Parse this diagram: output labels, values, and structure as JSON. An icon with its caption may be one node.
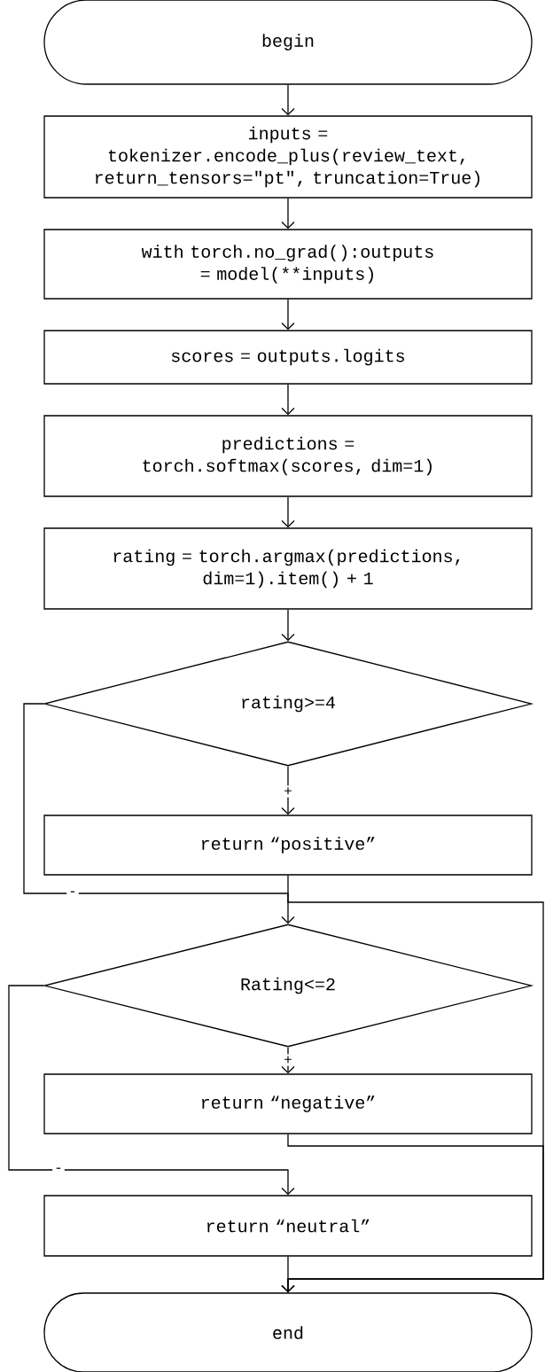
{
  "diagram": {
    "nodes": [
      {
        "text": [
          "begin"
        ]
      },
      {
        "text": [
          "inputs = tokenizer.encode_plus(review_text, return_tensors=\"pt\", truncation=True)"
        ]
      },
      {
        "text": [
          "with torch.no_grad():outputs = model(**inputs)"
        ]
      },
      {
        "text": [
          "scores = outputs.logits"
        ]
      },
      {
        "text": [
          "predictions = torch.softmax(scores, dim=1)"
        ]
      },
      {
        "text": [
          "rating = torch.argmax(predictions, dim=1).item() + 1"
        ]
      },
      {
        "text": [
          "rating>=4"
        ]
      },
      {
        "text": [
          "return “positive”"
        ]
      },
      {
        "text": [
          "Rating<=2"
        ]
      },
      {
        "text": [
          "return “negative”"
        ]
      },
      {
        "text": [
          "return “neutral”"
        ]
      },
      {
        "text": [
          "end"
        ]
      }
    ],
    "edges": [
      {
        "from": 0,
        "to": 1,
        "arrow": "to"
      },
      {
        "from": 1,
        "to": 2,
        "arrow": "to"
      },
      {
        "from": 2,
        "to": 3,
        "arrow": "to"
      },
      {
        "from": 3,
        "to": 4,
        "arrow": "to"
      },
      {
        "from": 4,
        "to": 5,
        "arrow": "to"
      },
      {
        "from": 5,
        "to": 6,
        "arrow": "to"
      },
      {
        "from": 6,
        "to": 7,
        "arrow": "to",
        "label": "+"
      },
      {
        "from": 6,
        "to": 8,
        "arrow": "to",
        "label": "-"
      },
      {
        "from": 7,
        "to": 11,
        "arrow": "to"
      },
      {
        "from": 8,
        "to": 9,
        "arrow": "to",
        "label": "+"
      },
      {
        "from": 8,
        "to": 10,
        "arrow": "to",
        "label": "-"
      },
      {
        "from": 9,
        "to": 11,
        "arrow": "to"
      },
      {
        "from": 10,
        "to": 11,
        "arrow": "to"
      }
    ]
  }
}
